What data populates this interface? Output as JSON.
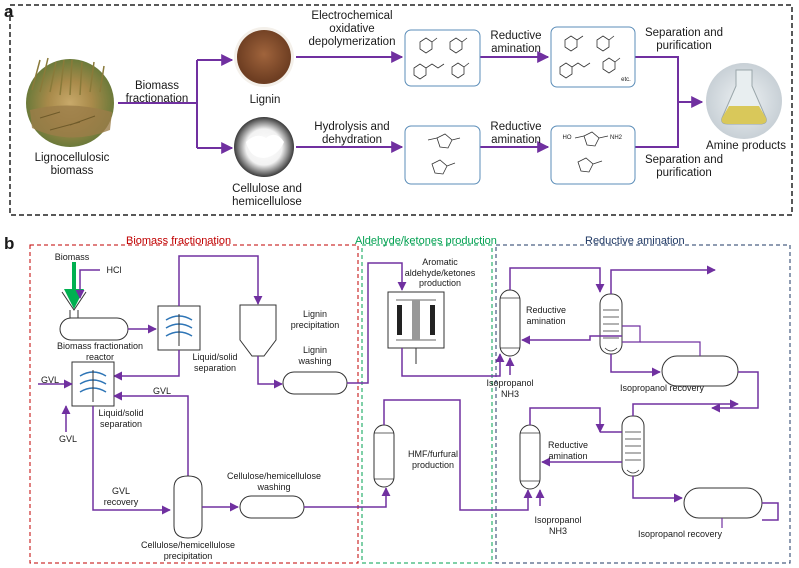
{
  "colors": {
    "purple_arrow": "#7030a0",
    "biomass_arrow": "#00b050",
    "fractionation_border": "#c00000",
    "production_border": "#00a050",
    "amination_border": "#1f3864",
    "panel_border": "#222222"
  },
  "panel_a": {
    "letter": "a",
    "source_label": "Lignocellulosic\nbiomass",
    "fractionation_label": "Biomass\nfractionation",
    "lignin_label": "Lignin",
    "cellulose_label": "Cellulose and\nhemicellulose",
    "top_step1": "Electrochemical\noxidative\ndepolymerization",
    "top_step2": "Reductive\namination",
    "top_step3": "Separation and\npurification",
    "bottom_step1": "Hydrolysis and\ndehydration",
    "bottom_step2": "Reductive\namination",
    "bottom_step3": "Separation and\npurification",
    "product_label": "Amine products",
    "etc_label": "etc.",
    "nh2_label": "NH2",
    "oh_label": "HO"
  },
  "panel_b": {
    "letter": "b",
    "sections": {
      "fractionation": "Biomass fractionation",
      "production": "Aldehyde/ketones production",
      "amination": "Reductive amination"
    },
    "labels": {
      "biomass": "Biomass",
      "hcl": "HCl",
      "reactor": "Biomass fractionation\nreactor",
      "ls_sep1": "Liquid/solid\nseparation",
      "gvl_in": "GVL",
      "gvl_mid": "GVL",
      "gvl_bottom": "GVL",
      "ls_sep2": "Liquid/solid\nseparation",
      "lignin_precip": "Lignin\nprecipitation",
      "lignin_wash": "Lignin\nwashing",
      "gvl_recovery": "GVL\nrecovery",
      "cellulose_wash": "Cellulose/hemicellulose\nwashing",
      "cellulose_precip": "Cellulose/hemicellulose\nprecipitation",
      "aromatic_prod": "Aromatic\naldehyde/ketones\nproduction",
      "hmf_prod": "HMF/furfural\nproduction",
      "red_am1": "Reductive\namination",
      "red_am2": "Reductive\namination",
      "iso1": "Isopropanol\nNH3",
      "iso2": "Isopropanol\nNH3",
      "iso_rec1": "Isopropanol recovery",
      "iso_rec2": "Isopropanol recovery"
    }
  }
}
